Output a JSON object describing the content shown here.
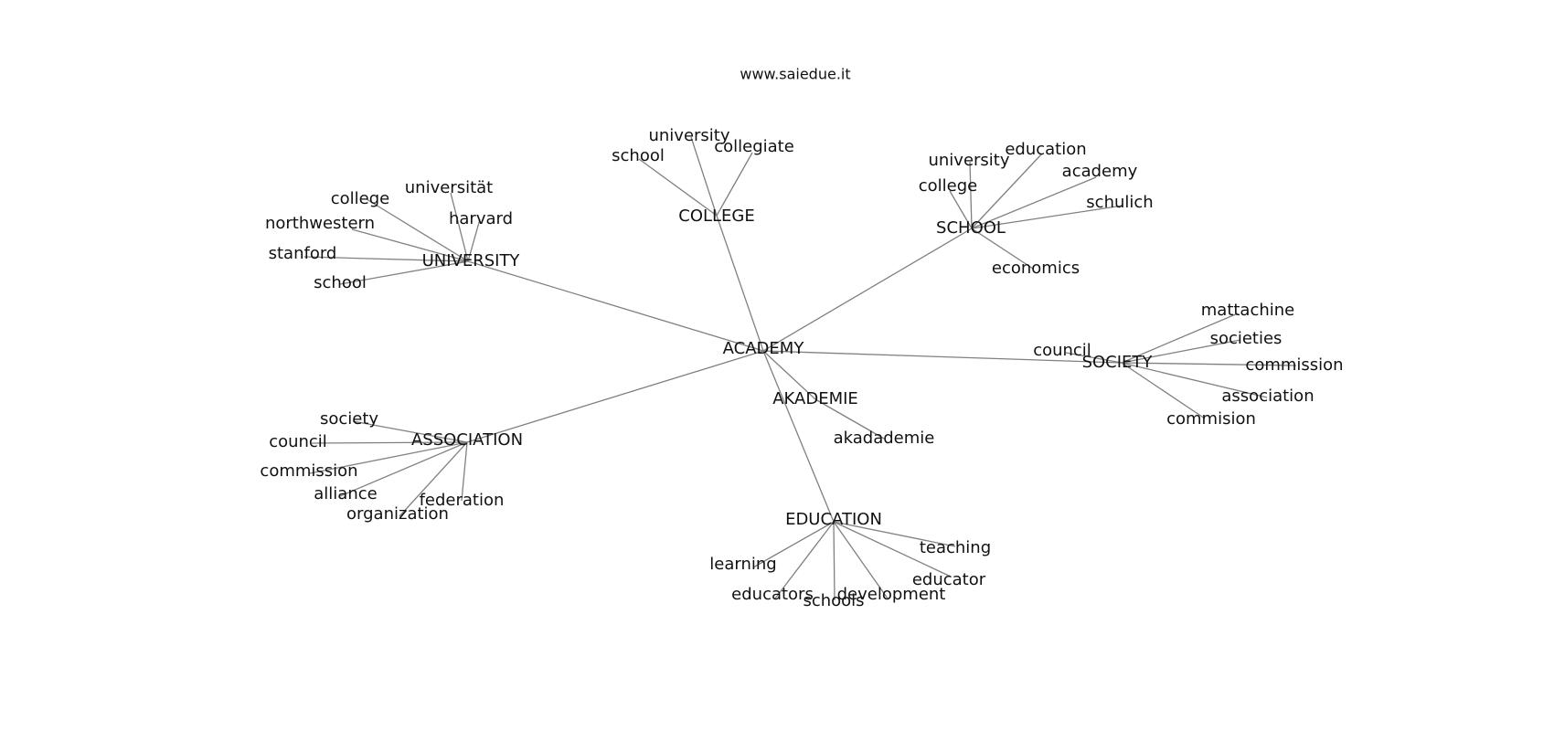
{
  "site": "www.saiedue.it",
  "graph": {
    "center": "ACADEMY",
    "clusters": [
      {
        "hub": "UNIVERSITY",
        "terms": [
          "universität",
          "college",
          "harvard",
          "northwestern",
          "stanford",
          "school"
        ]
      },
      {
        "hub": "COLLEGE",
        "terms": [
          "university",
          "collegiate",
          "school"
        ]
      },
      {
        "hub": "SCHOOL",
        "terms": [
          "university",
          "education",
          "college",
          "academy",
          "schulich",
          "economics"
        ]
      },
      {
        "hub": "SOCIETY",
        "terms": [
          "mattachine",
          "societies",
          "council",
          "commission",
          "association",
          "commision"
        ]
      },
      {
        "hub": "AKADEMIE",
        "terms": [
          "akadademie"
        ]
      },
      {
        "hub": "ASSOCIATION",
        "terms": [
          "society",
          "council",
          "commission",
          "alliance",
          "federation",
          "organization"
        ]
      },
      {
        "hub": "EDUCATION",
        "terms": [
          "teaching",
          "learning",
          "educator",
          "educators",
          "development",
          "schools"
        ]
      }
    ]
  }
}
